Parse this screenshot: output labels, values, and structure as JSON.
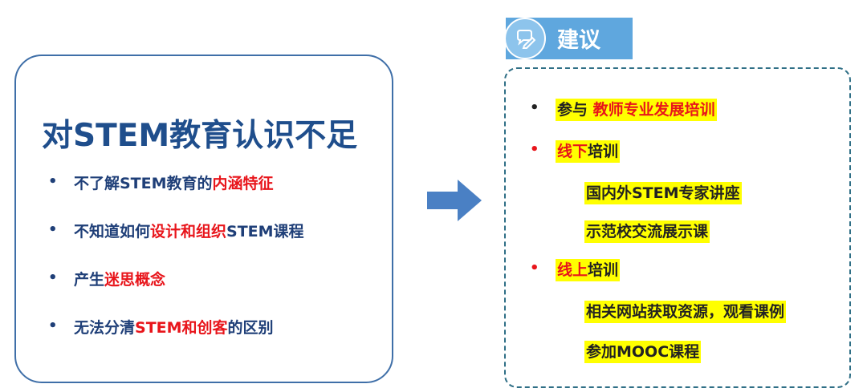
{
  "left": {
    "title": "对STEM教育认识不足",
    "bullet": "•",
    "items": [
      {
        "pre": "不了解STEM教育的",
        "em": "内涵特征",
        "post": ""
      },
      {
        "pre": "不知道如何",
        "em": "设计和组织",
        "post": "STEM课程"
      },
      {
        "pre": "产生",
        "em": "迷思概念",
        "post": ""
      },
      {
        "pre": "无法分清",
        "em": "STEM和创客",
        "post": "的区别"
      }
    ]
  },
  "right": {
    "header": "建议",
    "bullet": "•",
    "item1": {
      "pre": "参与 ",
      "em": "教师专业发展培训"
    },
    "item2": {
      "em": "线下",
      "post": "培训"
    },
    "sub2": [
      "国内外STEM专家讲座",
      "示范校交流展示课"
    ],
    "item3": {
      "em": "线上",
      "post": "培训"
    },
    "sub3": [
      "相关网站获取资源，观看课例",
      "参加MOOC课程"
    ]
  },
  "colors": {
    "title_blue": "#1f4e8c",
    "text_blue": "#1f3f78",
    "emphasis_red": "#e8151b",
    "highlight": "#ffff00",
    "arrow_blue": "#4a80c4",
    "tab_blue": "#5fa7de"
  },
  "icons": {
    "header": "chat-bubble-pen-icon",
    "arrow": "right-arrow-icon"
  }
}
